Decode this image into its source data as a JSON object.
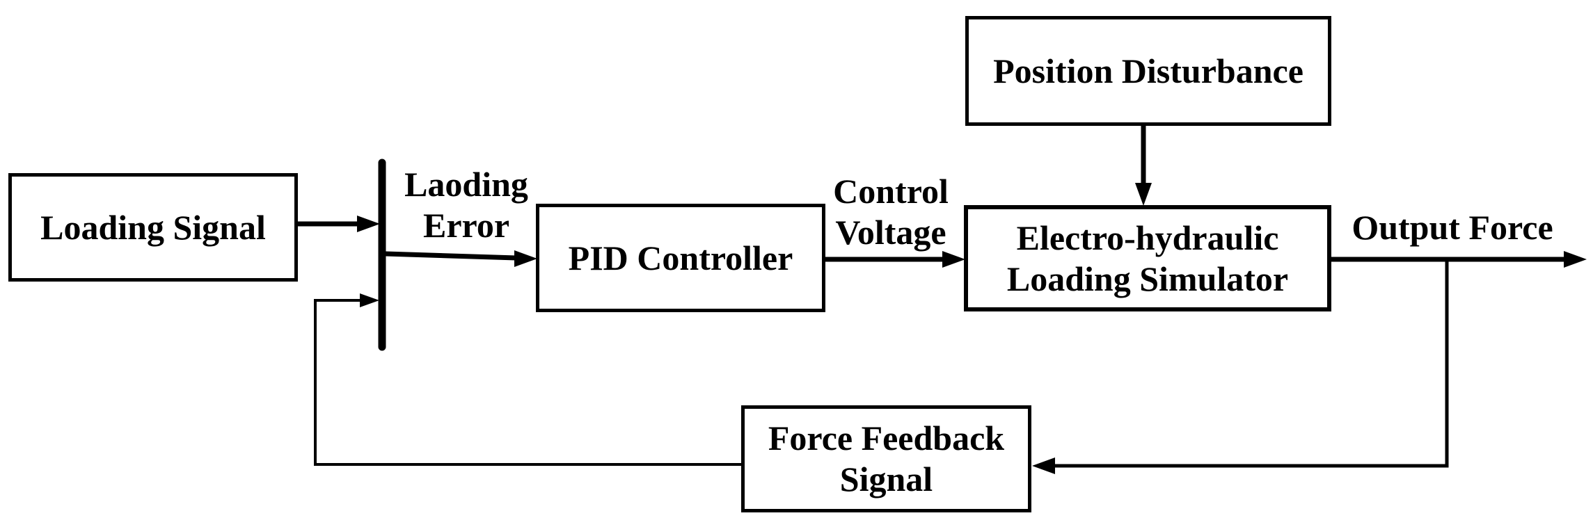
{
  "diagram": {
    "background_color": "#ffffff",
    "line_color": "#000000",
    "box_fill_color": "#ffffff",
    "boxes": {
      "loading_signal": {
        "label": "Loading Signal"
      },
      "pid_controller": {
        "label": "PID Controller"
      },
      "position_disturbance": {
        "label": "Position Disturbance"
      },
      "electro_hydraulic": {
        "label": "Electro-hydraulic\nLoading Simulator"
      },
      "force_feedback": {
        "label": "Force Feedback\nSignal"
      }
    },
    "signal_labels": {
      "loading_error": "Laoding\nError",
      "control_voltage": "Control\nVoltage",
      "output_force": "Output Force"
    }
  }
}
